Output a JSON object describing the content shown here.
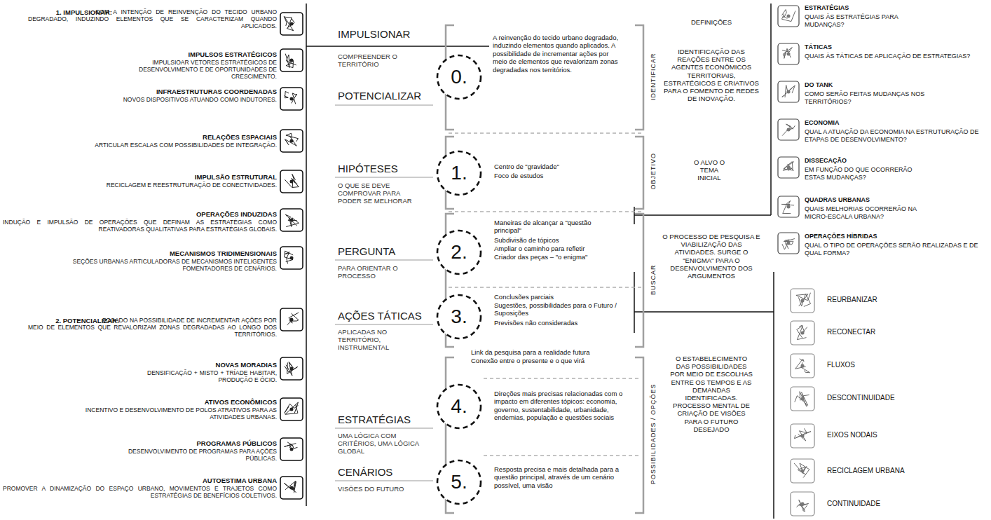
{
  "diagram": {
    "nodes": [
      {
        "text": [
          "0."
        ]
      },
      {
        "text": [
          "1."
        ]
      },
      {
        "text": [
          "2."
        ]
      },
      {
        "text": [
          "3."
        ]
      },
      {
        "text": [
          "4."
        ]
      },
      {
        "text": [
          "5."
        ]
      }
    ],
    "labels": [
      "1. IMPULSIONAR:",
      "COM A INTENÇÃO DE REINVENÇÃO DO TECIDO URBANO DEGRADADO, INDUZINDO ELEMENTOS QUE SE CARACTERIZAM QUANDO APLICADOS.",
      "IMPULSOS ESTRATÉGICOS",
      "IMPULSIOAR VETORES ESTRATÉGICOS DE DESENVOLVIMENTO E DE OPORTUNIDADES DE CRESCIMENTO.",
      "INFRAESTRUTURAS COORDENADAS",
      "NOVOS DISPOSITIVOS ATUANDO COMO INDUTORES.",
      "RELAÇÕES ESPACIAIS",
      "ARTICULAR ESCALAS COM POSSIBILIDADES DE INTEGRAÇÃO.",
      "IMPULSÃO ESTRUTURAL",
      "RECICLAGEM E REESTRUTURAÇÃO DE CONECTIVIDADES.",
      "OPERAÇÕES INDUZIDAS",
      "INDUÇÃO E IMPULSÃO DE OPERAÇÕES QUE DEFINAM AS ESTRATÉGIAS COMO REATIVADORAS QUALITATIVAS PARA ESTRATÉGIAS GLOBAIS.",
      "MECANISMOS TRIDIMENSIONAIS",
      "SEÇÕES URBANAS ARTICULADORAS DE MECANISMOS INTELIGENTES FOMENTADORES DE CENÁRIOS.",
      "2. POTENCIALIZAR:",
      "FOCADO NA POSSIBILIDADE DE INCREMENTAR AÇÕES POR MEIO DE ELEMENTOS QUE REVALORIZAM ZONAS DEGRADADAS AO LONGO DOS TERRITÓRIOS.",
      "NOVAS MORADIAS",
      "DENSIFICAÇÃO + MISTO + TRÍADE HABITAR, PRODUÇÃO E ÓCIO.",
      "ATIVOS ECONÔMICOS",
      "INCENTIVO E DESENVOLVIMENTO DE POLOS ATRATIVOS PARA AS ATIVIDADES URBANAS.",
      "PROGRAMAS PÚBLICOS",
      "DESENVOLVIMENTO DE PROGRAMAS PARA AÇÕES PÚBLICAS.",
      "AUTOESTIMA URBANA",
      "PROMOVER A DINAMIZAÇÃO DO ESPAÇO URBANO, MOVIMENTOS E TRAJETOS COMO ESTRATÉGIAS DE BENEFÍCIOS COLETIVOS.",
      "IMPULSIONAR",
      "COMPREENDER O TERRITÓRIO",
      "POTENCIALIZAR",
      "HIPÓTESES",
      "O QUE SE DEVE COMPROVAR PARA PODER SE MELHORAR",
      "PERGUNTA",
      "PARA ORIENTAR O PROCESSO",
      "AÇÕES TÁTICAS",
      "APLICADAS NO TERRITÓRIO, INSTRUMENTAL",
      "ESTRATÉGIAS",
      "UMA LÓGICA COM CRITÉRIOS, UMA LÓGICA GLOBAL",
      "CENÁRIOS",
      "VISÕES DO FUTURO",
      "A reinvenção do tecido urbano degradado, induzindo elementos quando aplicados. A possibilidade de incrementar ações por meio de elementos que revalorizam zonas degradadas nos territórios.",
      "Centro de \"gravidade\"",
      "Foco de estudos",
      "Maneiras de alcançar a \"questão principal\"",
      "Subdivisão de tópicos",
      "Ampliar o caminho para refletir",
      "Criador das peças – \"o enigma\"",
      "Conclusões parciais",
      "Sugestões, possibilidades para o Futuro / Suposições",
      "Previsões não consideradas",
      "Link da pesquisa para a realidade futura",
      "Conexão entre o presente e o que virá",
      "Direções mais precisas relacionadas com o impacto em diferentes tópicos: economia, governo, sustentabilidade, urbanidade, endemias, população e questões sociais",
      "Resposta precisa e mais detalhada para a questão principal, através de um cenário possível, uma visão",
      "IDENTIFICAR",
      "OBJETIVO",
      "BUSCAR",
      "POSSIBILIDADES / OPÇÕES",
      "DEFINIÇÕES",
      "IDENTIFICAÇÃO DAS REAÇÕES ENTRE OS AGENTES ECONÔMICOS TERRITORIAIS, ESTRATÉGICOS E CRIATIVOS PARA O FOMENTO DE REDES DE INOVAÇÃO.",
      "O ALVO O TEMA INICIAL",
      "O PROCESSO DE PESQUISA E VIABILIZAÇÃO DAS ATIVIDADES. SURGE O \"ENIGMA\" PARA O DESENVOLVIMENTO DOS ARGUMENTOS",
      "O ESTABELECIMENTO DAS POSSIBILIDADES POR MEIO DE ESCOLHAS ENTRE OS TEMPOS E AS DEMANDAS IDENTIFICADAS. PROCESSO MENTAL DE CRIAÇÃO DE VISÕES PARA O FUTURO DESEJADO",
      "ESTRATÉGIAS",
      "QUAIS ÀS ESTRATÉGIAS PARA MUDANÇAS?",
      "TÁTICAS",
      "QUAIS ÀS TÁTICAS DE APLICAÇÃO DE ESTRATEGIAS?",
      "DO TANK",
      "COMO SERÃO FEITAS MUDANÇAS NOS TERRITÓRIOS?",
      "ECONOMIA",
      "QUAL A ATUAÇÃO DA ECONOMIA NA ESTRUTURAÇÃO DE ETAPAS DE DESENVOLVIMENTO?",
      "DISSECAÇÃO",
      "EM FUNÇÃO DO QUE OCORRERÃO ESTAS MUDANÇAS?",
      "QUADRAS URBANAS",
      "QUAIS MELHORIAS OCORRERÃO NA MICRO-ESCALA URBANA?",
      "OPERAÇÕES HÍBRIDAS",
      "QUAL O TIPO DE OPERAÇÕES SERÃO REALIZADAS E DE QUAL FORMA?",
      "REURBANIZAR",
      "RECONECTAR",
      "FLUXOS",
      "DESCONTINUIDADE",
      "EIXOS NODAIS",
      "RECICLAGEM URBANA",
      "CONTINUIDADE"
    ]
  }
}
